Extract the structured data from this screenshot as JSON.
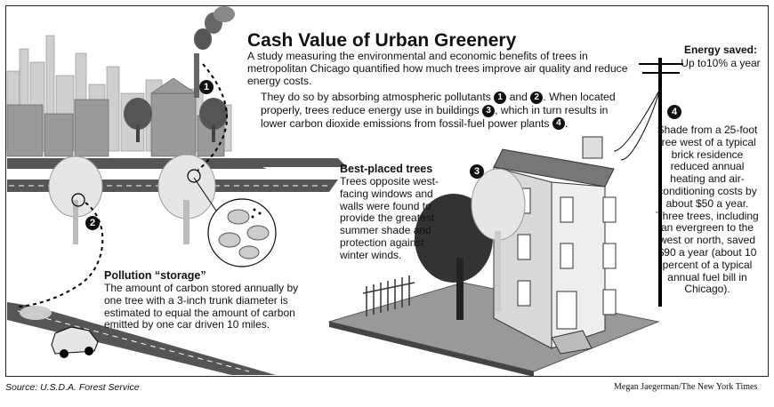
{
  "title": "Cash Value of Urban Greenery",
  "intro": "A study measuring the environmental and economic benefits of trees in metropolitan Chicago quantified how much trees improve air quality and reduce energy costs.",
  "intro2": {
    "p1": "They do so by absorbing atmospheric pollutants",
    "n1": "1",
    "and": "and",
    "n2": "2",
    "p2": ". When located properly, trees reduce energy use in buildings",
    "n3": "3",
    "p3": ", which in turn results in lower carbon dioxide emissions from fossil-fuel power plants",
    "n4": "4",
    "p4": "."
  },
  "energy": {
    "heading": "Energy saved:",
    "value": "Up to10% a year",
    "text": "Shade from a 25-foot tree west of a typical brick residence reduced annual heating and air-conditioning costs by about $50 a year. Three trees, including an evergreen to the west or north, saved $90 a year (about 10 percent of a typical annual fuel bill in Chicago)."
  },
  "best": {
    "heading": "Best-placed trees",
    "text": "Trees opposite west-facing windows and walls were found to provide the greatest summer shade and protection against winter winds."
  },
  "pollution": {
    "heading": "Pollution “storage”",
    "text": "The amount of carbon stored annually by one tree with a 3-inch trunk diameter is estimated to equal the amount of carbon emitted by one car driven 10 miles."
  },
  "badges": [
    "1",
    "2",
    "3",
    "4"
  ],
  "source": "Source: U.S.D.A. Forest Service",
  "credit": "Megan Jaegerman/The New York Times"
}
